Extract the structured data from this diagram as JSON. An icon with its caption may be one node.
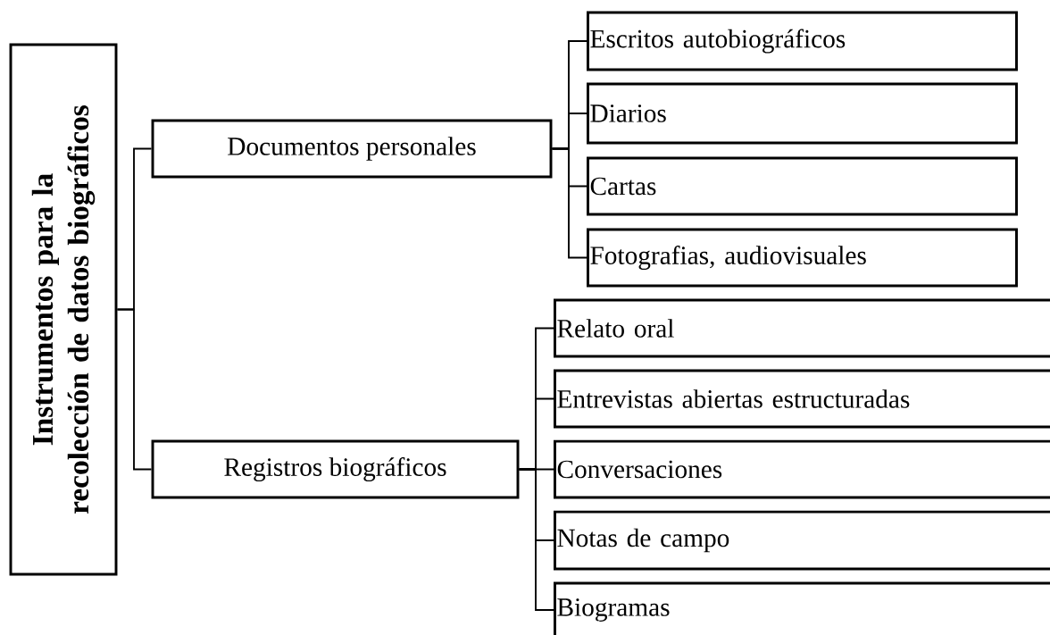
{
  "diagram": {
    "nodes": [
      {
        "text": [
          "Instrumentos para la recolección de datos biográficos"
        ]
      },
      {
        "text": [
          "Documentos personales"
        ]
      },
      {
        "text": [
          "Registros biográficos"
        ]
      },
      {
        "text": [
          "Escritos autobiográficos"
        ]
      },
      {
        "text": [
          "Diarios"
        ]
      },
      {
        "text": [
          "Cartas"
        ]
      },
      {
        "text": [
          "Fotografias, audiovisuales"
        ]
      },
      {
        "text": [
          "Relato oral"
        ]
      },
      {
        "text": [
          "Entrevistas abiertas estructuradas"
        ]
      },
      {
        "text": [
          "Conversaciones"
        ]
      },
      {
        "text": [
          "Notas de campo"
        ]
      },
      {
        "text": [
          "Biogramas"
        ]
      }
    ],
    "edges": [
      {
        "from": 0,
        "to": 1,
        "arrow": "none"
      },
      {
        "from": 0,
        "to": 2,
        "arrow": "none"
      },
      {
        "from": 1,
        "to": 3,
        "arrow": "none"
      },
      {
        "from": 1,
        "to": 4,
        "arrow": "none"
      },
      {
        "from": 1,
        "to": 5,
        "arrow": "none"
      },
      {
        "from": 1,
        "to": 6,
        "arrow": "none"
      },
      {
        "from": 2,
        "to": 7,
        "arrow": "none"
      },
      {
        "from": 2,
        "to": 8,
        "arrow": "none"
      },
      {
        "from": 2,
        "to": 9,
        "arrow": "none"
      },
      {
        "from": 2,
        "to": 10,
        "arrow": "none"
      },
      {
        "from": 2,
        "to": 11,
        "arrow": "none"
      }
    ]
  }
}
